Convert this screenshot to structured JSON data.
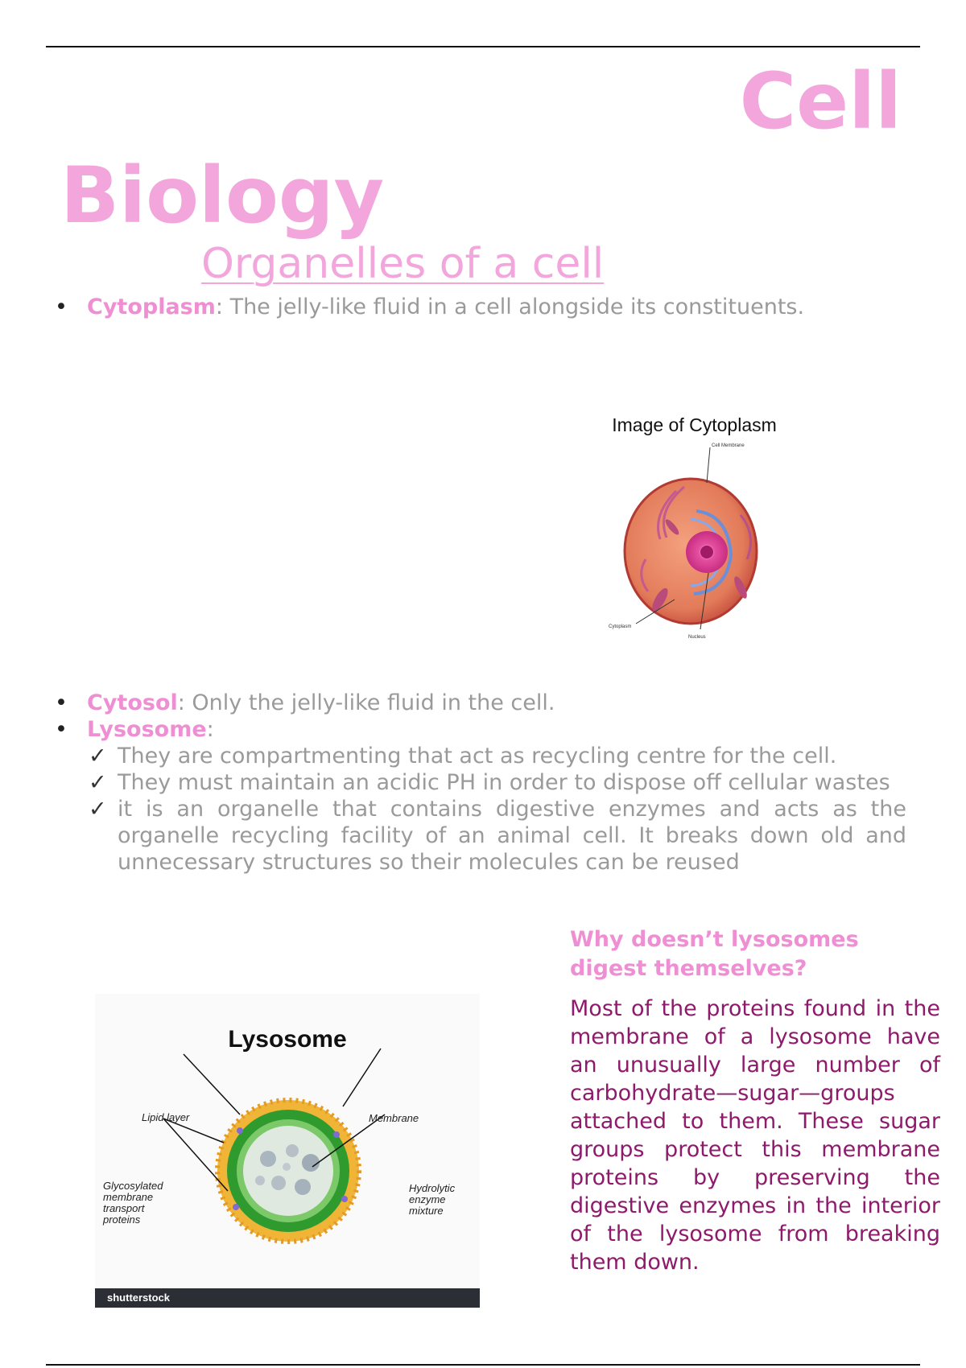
{
  "title": {
    "line1": "Cell",
    "line2": "Biology"
  },
  "subtitle": "Organelles of a cell",
  "cytoplasm": {
    "term": "Cytoplasm",
    "text": ": The jelly-like fluid in a cell alongside its constituents."
  },
  "figure_cytoplasm": {
    "title": "Image of Cytoplasm",
    "labels": {
      "membrane": "Cell Membrane",
      "cytoplasm": "Cytoplasm",
      "nucleus": "Nucleus"
    }
  },
  "cytosol": {
    "term": "Cytosol",
    "text": ": Only the jelly-like fluid in the cell."
  },
  "lysosome": {
    "term": "Lysosome",
    "colon": ":",
    "points": [
      "They are compartmenting that act as recycling centre for the cell.",
      "They must maintain an acidic PH in order to dispose off cellular wastes",
      "it is an organelle that contains digestive enzymes and acts as the organelle recycling facility of an animal cell. It breaks down old and unnecessary structures so their molecules can be reused"
    ]
  },
  "figure_lysosome": {
    "title": "Lysosome",
    "labels": {
      "lipid": "Lipid layer",
      "membrane": "Membrane",
      "glyco": "Glycosylated membrane transport proteins",
      "enzyme": "Hydrolytic enzyme mixture"
    },
    "watermark": "shutterstock"
  },
  "sidebar": {
    "question": "Why doesn’t lysosomes digest themselves?",
    "answer": "Most of the proteins found in the membrane of a lysosome have an unusually large number of carbohydrate—sugar—groups attached to them. These sugar groups protect this membrane proteins by preserving the digestive enzymes in the interior of the lysosome from breaking them down."
  },
  "colors": {
    "accent_pink": "#ef8fd3",
    "title_pink": "#f2a6dc",
    "body_gray": "#9a9a9a",
    "answer_purple": "#8e1a6c"
  }
}
